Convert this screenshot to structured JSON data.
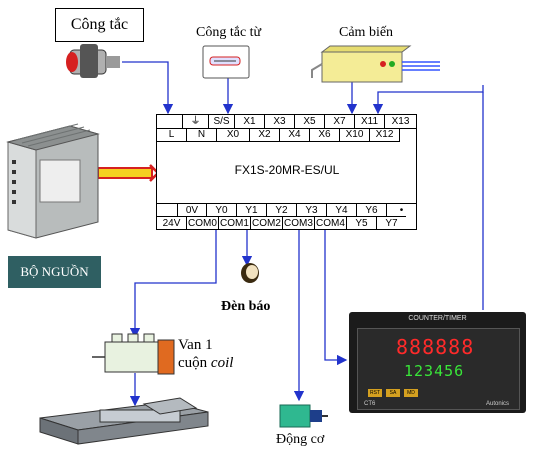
{
  "labels": {
    "switch": "Công tắc",
    "magnetic_switch": "Công tắc từ",
    "sensor": "Cảm biến",
    "power_supply": "BỘ NGUỒN",
    "lamp": "Đèn báo",
    "valve_line1": "Van 1",
    "valve_line2_prefix": "cuộn ",
    "valve_line2_italic": "coil",
    "motor": "Động cơ"
  },
  "plc": {
    "model": "FX1S-20MR-ES/UL",
    "top_row": [
      "",
      "⏚",
      "S/S",
      "X1",
      "X3",
      "X5",
      "X7",
      "X11",
      "X13"
    ],
    "top_row2": [
      "L",
      "N",
      "X0",
      "X2",
      "X4",
      "X6",
      "X10",
      "X12"
    ],
    "bottom_row1": [
      "",
      "0V",
      "Y0",
      "Y1",
      "Y2",
      "Y3",
      "Y4",
      "Y6",
      "•"
    ],
    "bottom_row2": [
      "24V",
      "COM0",
      "COM1",
      "COM2",
      "COM3",
      "COM4",
      "Y5",
      "Y7"
    ]
  },
  "counter": {
    "title": "COUNTER/TIMER",
    "display_red": "888888",
    "display_green": "123456",
    "buttons": [
      "RST",
      "SA",
      "MD"
    ],
    "model": "CT6",
    "brand": "Autonics"
  },
  "colors": {
    "wire": "#2233cc",
    "arrow_red": "#d62020",
    "arrow_yellow": "#f5d020",
    "power_box_bg": "#2f5f62"
  }
}
